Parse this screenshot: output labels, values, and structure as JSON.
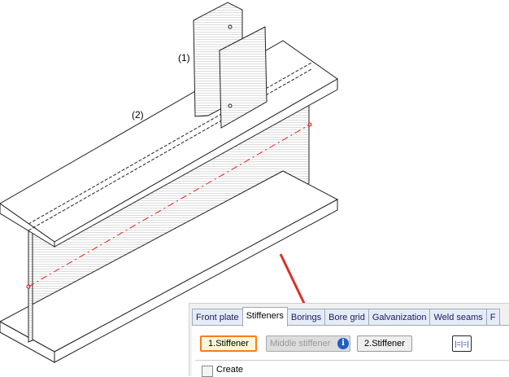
{
  "drawing": {
    "label_1": "(1)",
    "label_2": "(2)"
  },
  "dialog": {
    "tabs": [
      "Front plate",
      "Stiffeners",
      "Borings",
      "Bore grid",
      "Galvanization",
      "Weld seams",
      "F"
    ],
    "active_tab": "Stiffeners",
    "buttons": {
      "first": "1.Stiffener",
      "middle": "Middle stiffener",
      "second": "2.Stiffener",
      "symmetry": "|=|=|"
    },
    "create_label": "Create",
    "create_checked": false
  },
  "colors": {
    "accent": "#ff7a1a",
    "arrow": "#d9302a",
    "info": "#1f5fc0"
  }
}
